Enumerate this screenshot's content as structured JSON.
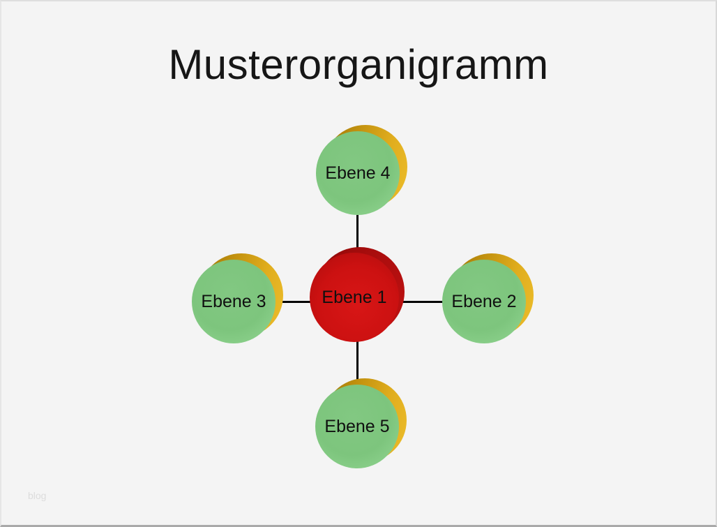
{
  "title": "Musterorganigramm",
  "watermark": "blog",
  "diagram": {
    "type": "org-chart-sample",
    "nodes": [
      {
        "label": "Ebene 4",
        "position": "top",
        "shape": "circle",
        "fill": "green",
        "shadow": "gold"
      },
      {
        "label": "Ebene 3",
        "position": "left",
        "shape": "circle",
        "fill": "green",
        "shadow": "gold"
      },
      {
        "label": "Ebene 1",
        "position": "center",
        "shape": "circle",
        "fill": "red",
        "shadow": "dark-red"
      },
      {
        "label": "Ebene 2",
        "position": "right",
        "shape": "circle",
        "fill": "green",
        "shadow": "gold"
      },
      {
        "label": "Ebene 5",
        "position": "bottom",
        "shape": "circle",
        "fill": "green",
        "shadow": "gold"
      }
    ],
    "connections": [
      {
        "from": "Ebene 1",
        "to": "Ebene 4"
      },
      {
        "from": "Ebene 1",
        "to": "Ebene 3"
      },
      {
        "from": "Ebene 1",
        "to": "Ebene 2"
      },
      {
        "from": "Ebene 1",
        "to": "Ebene 5"
      }
    ],
    "colors": {
      "background": "#f4f4f4",
      "node_green": "#7dc57d",
      "node_shadow_gold": "#d9a51b",
      "node_red": "#c81111",
      "node_red_shadow": "#9e0c0c",
      "connector": "#000000",
      "title_text": "#161616",
      "watermark_text": "#dcdcdc",
      "bottom_border": "#a9a9a9"
    }
  }
}
